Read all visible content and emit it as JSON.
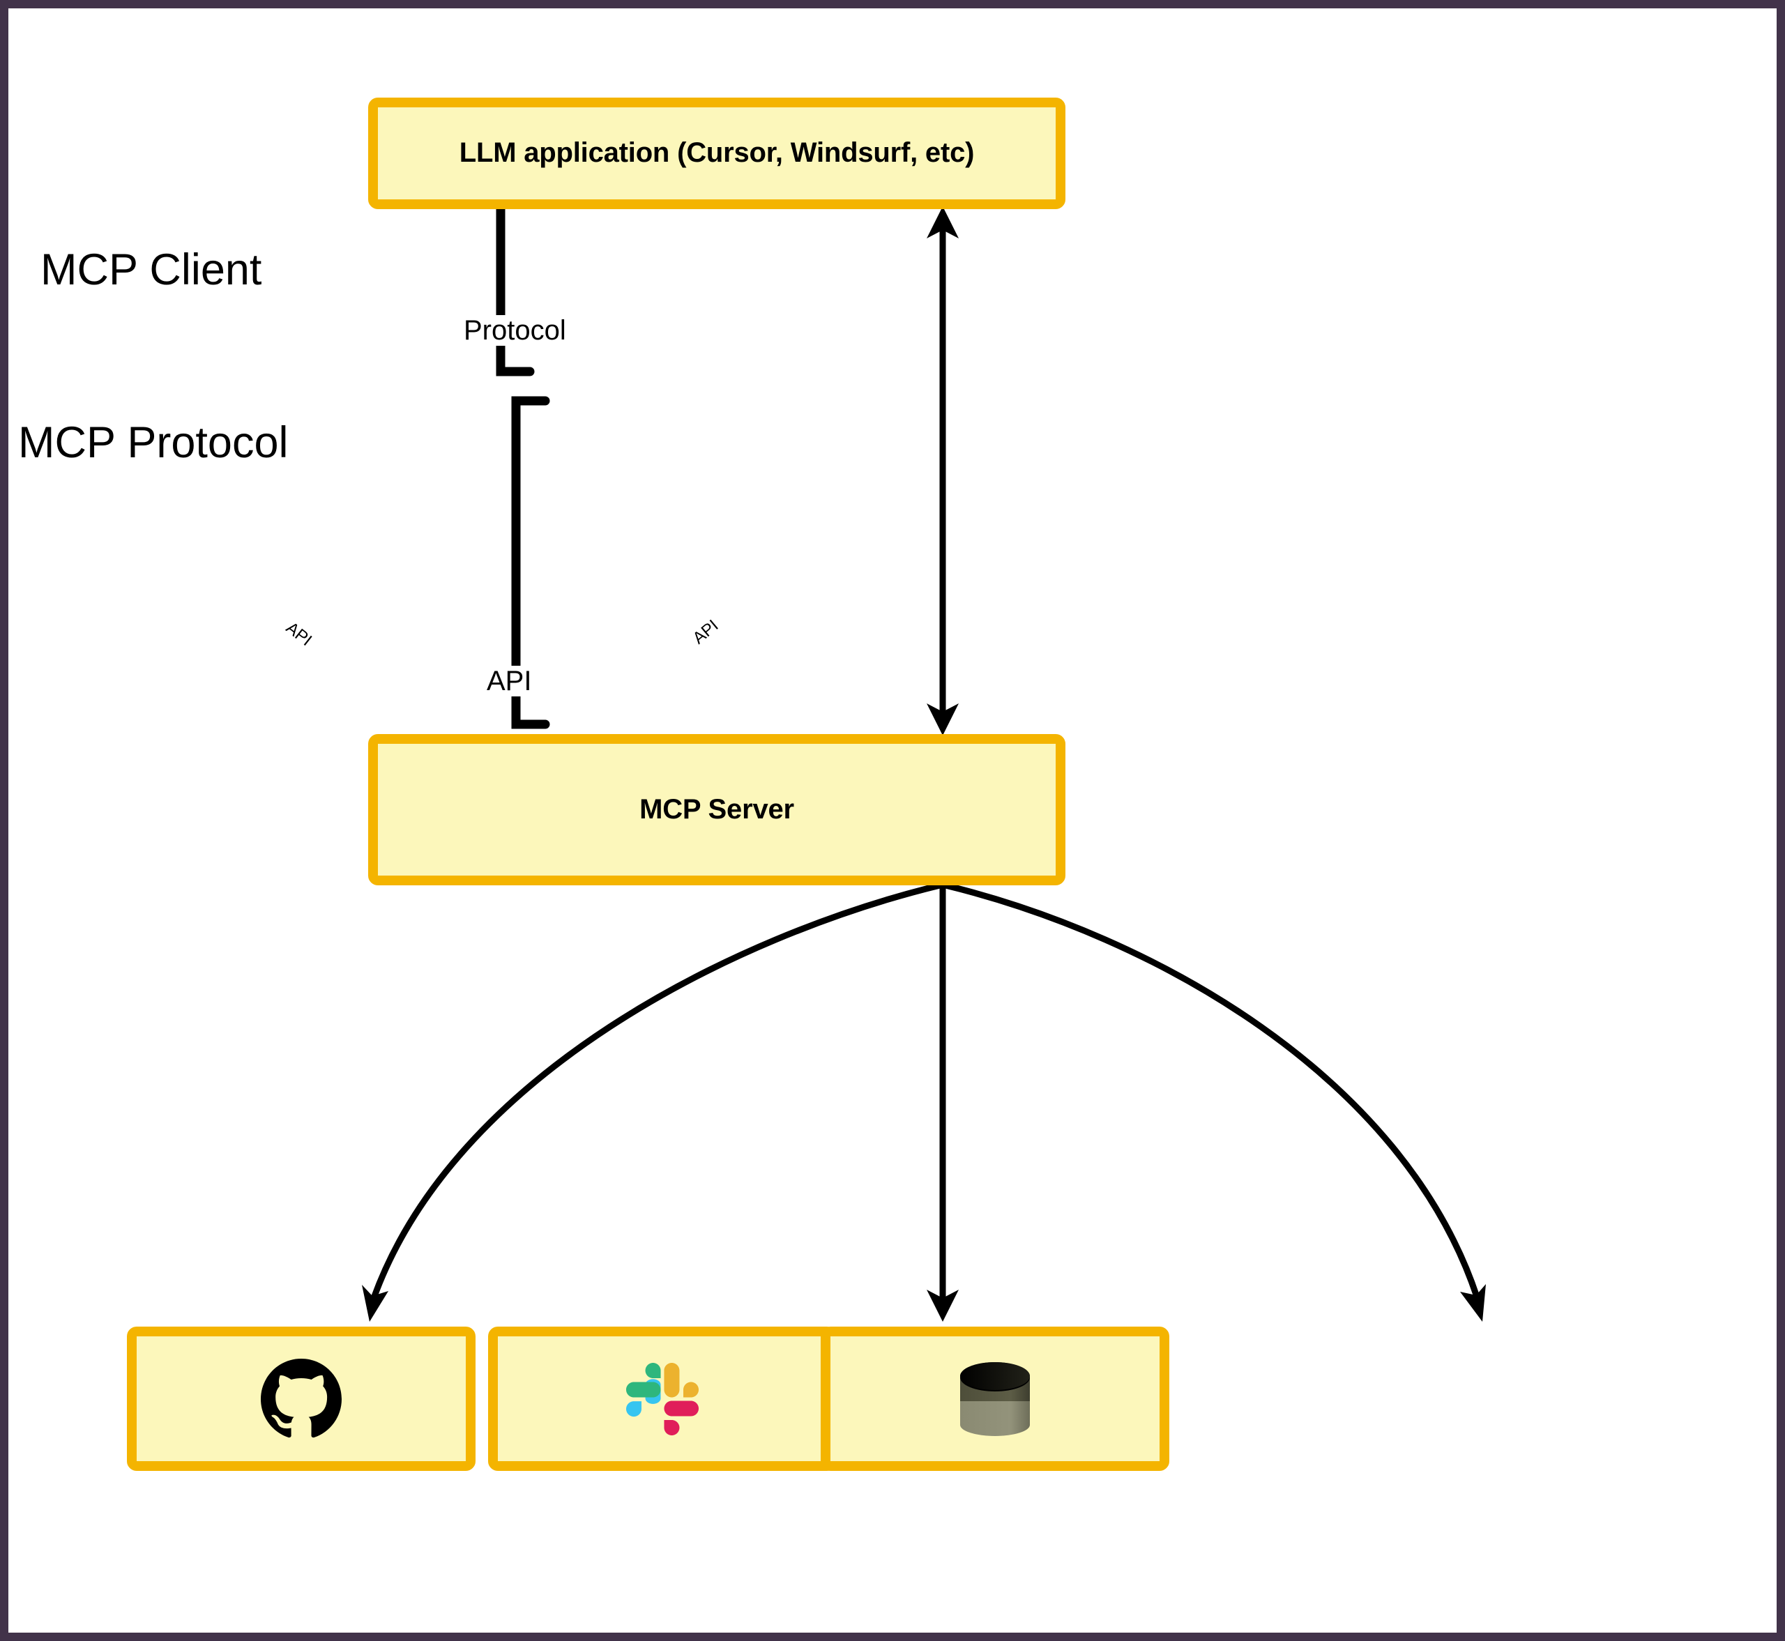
{
  "diagram": {
    "title": "MCP Client / MCP Protocol / MCP Server architecture",
    "frame_color": "#42334A",
    "background": "#FFFFFF",
    "node_fill": "#FCF7BB",
    "node_border": "#F4B400",
    "stroke_color": "#000000"
  },
  "groups": [
    {
      "id": "mcp-client",
      "label": "MCP Client"
    },
    {
      "id": "mcp-protocol",
      "label": "MCP Protocol"
    }
  ],
  "nodes": [
    {
      "id": "llm-application",
      "label": "LLM application (Cursor, Windsurf, etc)"
    },
    {
      "id": "mcp-server",
      "label": "MCP Server"
    },
    {
      "id": "github",
      "label": "",
      "icon": "github-icon"
    },
    {
      "id": "slack",
      "label": "",
      "icon": "slack-icon"
    },
    {
      "id": "database",
      "label": "",
      "icon": "database-cylinder-icon"
    }
  ],
  "edges": [
    {
      "id": "protocol-edge",
      "from": "mcp-server",
      "to": "llm-application",
      "label": "Protocol",
      "direction": "both"
    },
    {
      "id": "api-edge-left",
      "from": "mcp-server",
      "to": "github",
      "label": "API",
      "direction": "to"
    },
    {
      "id": "api-edge-center",
      "from": "mcp-server",
      "to": "slack",
      "label": "API",
      "direction": "to"
    },
    {
      "id": "api-edge-right",
      "from": "mcp-server",
      "to": "database",
      "label": "API",
      "direction": "to"
    }
  ],
  "icon_colors": {
    "github": "#000000",
    "slack_blue": "#36C5F0",
    "slack_green": "#2EB67D",
    "slack_red": "#E01E5A",
    "slack_yellow": "#ECB22E",
    "database_top": "#000000",
    "database_mid": "#5B5B42",
    "database_bottom": "#8A8A72"
  }
}
